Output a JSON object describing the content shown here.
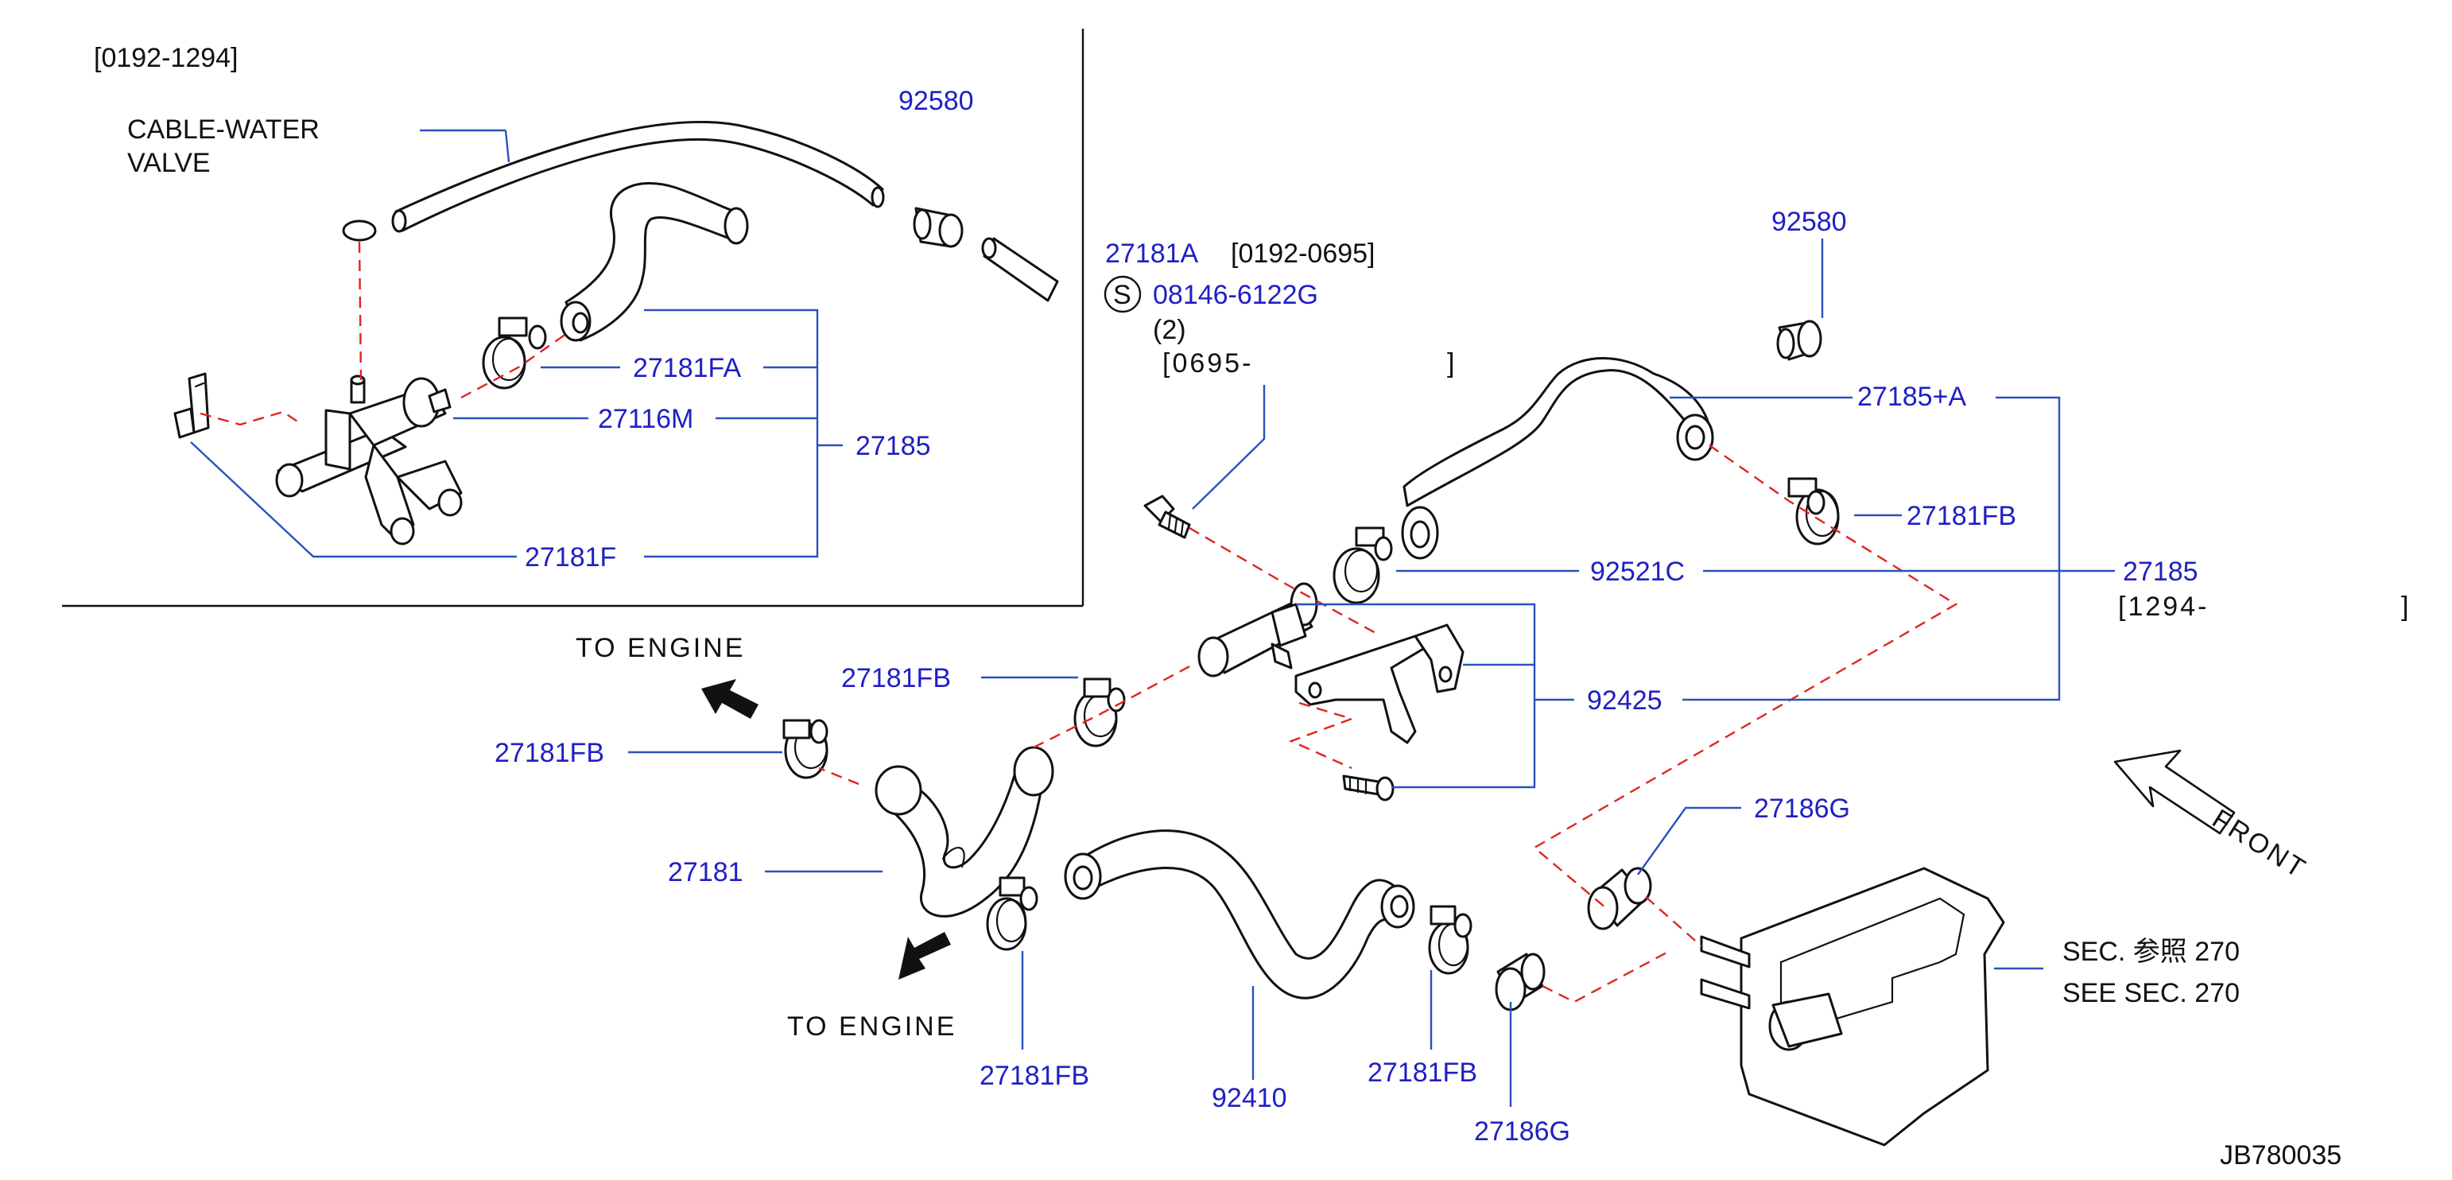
{
  "diagram": {
    "inset_date_range": "[0192-1294]",
    "cable_water_valve_line1": "CABLE-WATER",
    "cable_water_valve_line2": "VALVE",
    "labels": {
      "p92580_inset": "92580",
      "p27181FA": "27181FA",
      "p27116M": "27116M",
      "p27185_inset": "27185",
      "p27181F": "27181F",
      "p27181A": "27181A",
      "r0192_0695": "[0192-0695]",
      "bolt_circle": "S",
      "p08146": "08146-6122G",
      "qty2": "(2)",
      "r0695": "[0695-",
      "r0695_close": "]",
      "p92580_main": "92580",
      "p27185A": "27185+A",
      "p27181FB_right": "27181FB",
      "p92521C": "92521C",
      "p27185_main": "27185",
      "r1294": "[1294-",
      "r1294_close": "]",
      "p92425": "92425",
      "p27181FB_top": "27181FB",
      "p27181FB_left": "27181FB",
      "p27181": "27181",
      "p27186G_top": "27186G",
      "p27181FB_bot1": "27181FB",
      "p92410": "92410",
      "p27181FB_bot2": "27181FB",
      "p27186G_bot": "27186G",
      "to_engine_1": "TO ENGINE",
      "to_engine_2": "TO ENGINE",
      "front": "FRONT",
      "sec_ref_1": "SEC. 参照 270",
      "sec_ref_2": "SEE SEC. 270",
      "figure_id": "JB780035"
    }
  },
  "colors": {
    "part_number": "#1f1fc4",
    "leader": "#2a52be",
    "hidden_line": "#e0241f",
    "outline": "#111111"
  }
}
